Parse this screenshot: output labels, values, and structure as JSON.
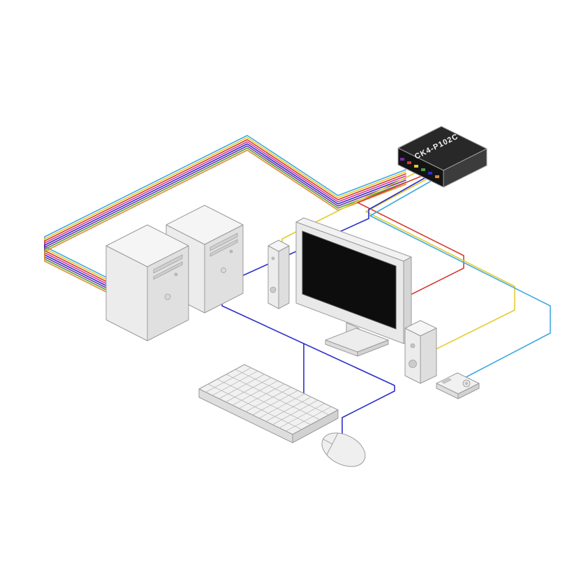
{
  "device": {
    "label": "CK4-P102C"
  },
  "colors": {
    "red": "#d63a2f",
    "yellow": "#e2cd2e",
    "blue": "#2b2fc9",
    "light_blue": "#3fa9e1",
    "purple": "#7a2ba8",
    "magenta": "#cf3a9b",
    "green": "#4a9e3f",
    "orange": "#e28a2f",
    "switch_top": "#282828",
    "switch_front": "#141414",
    "switch_side": "#3c3c3c",
    "label_text": "#f4f4f4"
  },
  "components": {
    "kvm_switch": "kvm-switch",
    "computer_left": "computer-tower-1",
    "computer_right": "computer-tower-2",
    "monitor": "monitor",
    "speaker_left": "speaker-left",
    "speaker_right": "speaker-right",
    "keyboard": "keyboard",
    "mouse": "mouse",
    "remote": "wired-remote"
  }
}
